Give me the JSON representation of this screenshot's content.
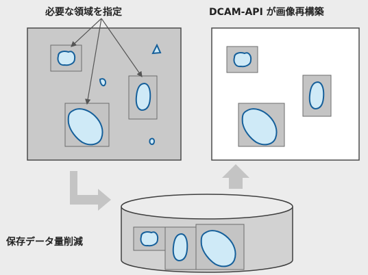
{
  "labels": {
    "specify_regions": "必要な領域を指定",
    "dcam_reconstruct": "DCAM-API が画像再構築",
    "save_reduction": "保存データ量削減"
  },
  "colors": {
    "background": "#ececec",
    "panel_gray": "#c9c9c9",
    "panel_white": "#ffffff",
    "frame": "#4a4a4a",
    "region_box": "#a9a9a9",
    "blob_fill": "#cfeaf7",
    "blob_stroke": "#155f9a",
    "arrow_gray": "#c4c4c4"
  }
}
